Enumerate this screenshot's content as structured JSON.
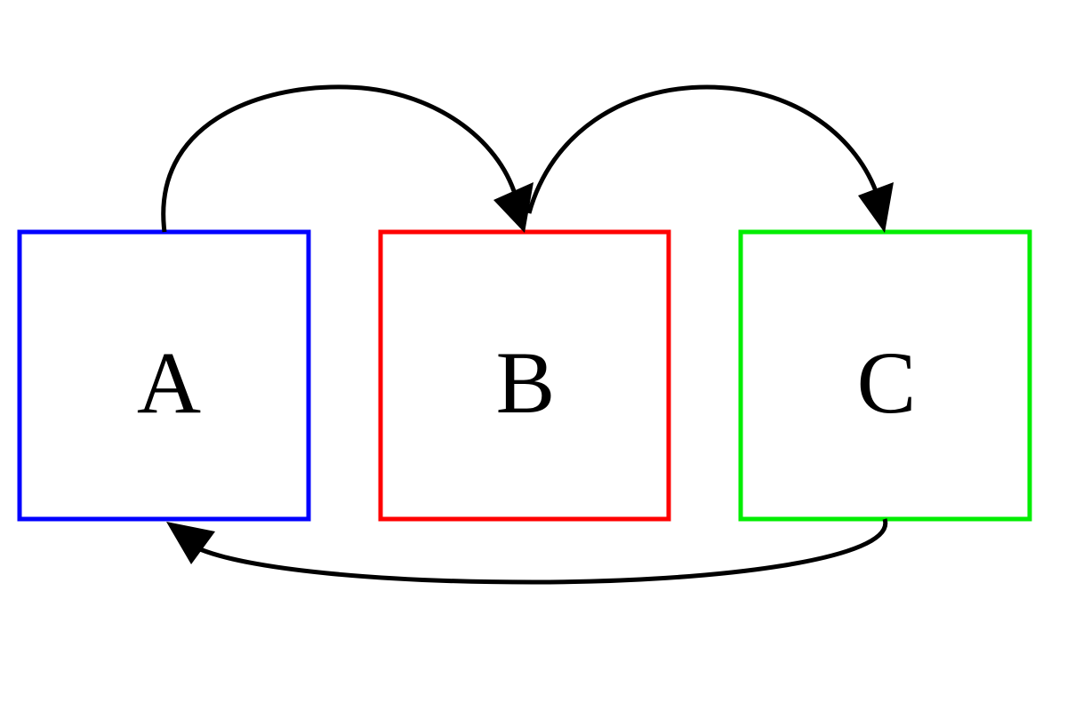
{
  "nodes": [
    {
      "id": "A",
      "label": "A",
      "color": "#0000ff"
    },
    {
      "id": "B",
      "label": "B",
      "color": "#ff0000"
    },
    {
      "id": "C",
      "label": "C",
      "color": "#00ee00"
    }
  ],
  "edges": [
    {
      "from": "A",
      "to": "B"
    },
    {
      "from": "B",
      "to": "C"
    },
    {
      "from": "C",
      "to": "A"
    }
  ]
}
